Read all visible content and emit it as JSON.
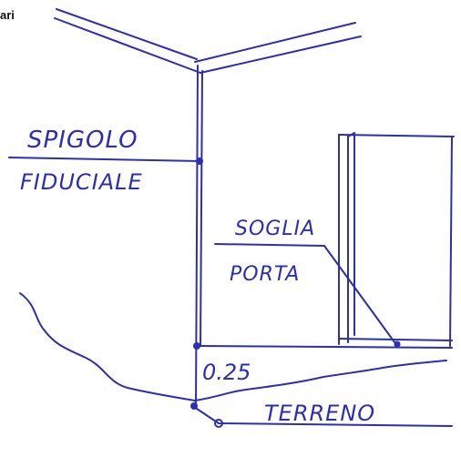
{
  "corner_text": "ari",
  "labels": {
    "spigolo": "SPIGOLO",
    "fiduciale": "FIDUCIALE",
    "soglia": "SOGLIA",
    "porta": "PORTA",
    "measure": "0.25",
    "terreno": "TERRENO"
  },
  "ink_color": "#2b2fb0"
}
